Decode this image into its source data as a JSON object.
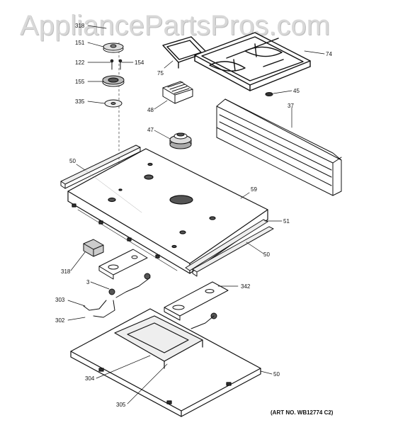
{
  "watermark": "AppliancePartsPros.com",
  "art_number": "(ART NO. WB12774 C2)",
  "callouts": {
    "c318a": "318",
    "c151": "151",
    "c122": "122",
    "c154": "154",
    "c155": "155",
    "c335": "335",
    "c75": "75",
    "c74": "74",
    "c45": "45",
    "c48": "48",
    "c37": "37",
    "c47": "47",
    "c50a": "50",
    "c59": "59",
    "c51": "51",
    "c50b": "50",
    "c318b": "318",
    "c3": "3",
    "c342": "342",
    "c303": "303",
    "c302": "302",
    "c50c": "50",
    "c304": "304",
    "c305": "305"
  }
}
